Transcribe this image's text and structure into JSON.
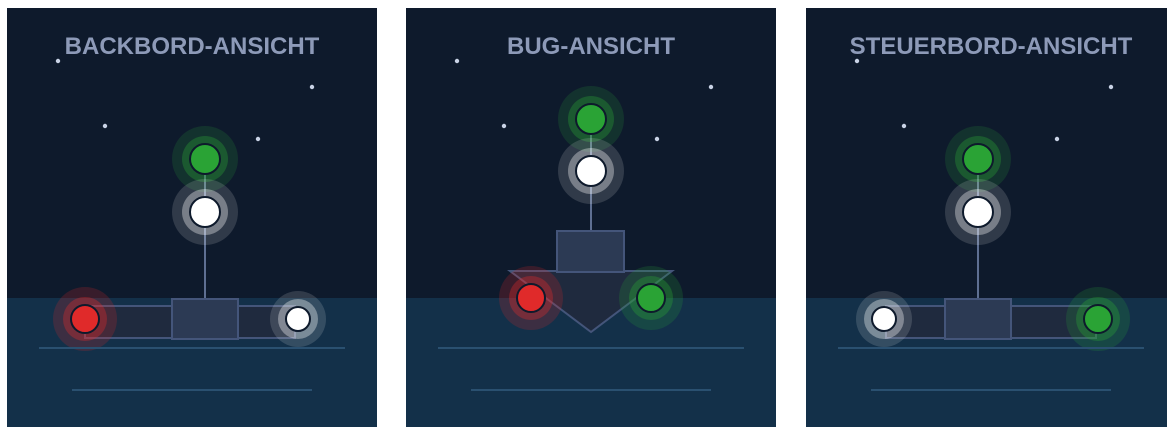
{
  "colors": {
    "sky": "#0e1a2c",
    "water": "#133049",
    "hull": "#1f2a3e",
    "cabin": "#2c3a54",
    "outline": "#44557a",
    "mast": "#5e6f92",
    "star": "#c9d3e6",
    "title": "#8d9ab8",
    "wave": "#2a5070",
    "red_light": "#e02a2a",
    "green_light": "#2aa335",
    "white_light": "#ffffff"
  },
  "panels": [
    {
      "title": "BACKBORD-ANSICHT",
      "view": "port",
      "lights": [
        "green",
        "white",
        "red",
        "white"
      ]
    },
    {
      "title": "BUG-ANSICHT",
      "view": "bow",
      "lights": [
        "green",
        "white",
        "red",
        "green"
      ]
    },
    {
      "title": "STEUERBORD-ANSICHT",
      "view": "starboard",
      "lights": [
        "green",
        "white",
        "white",
        "green"
      ]
    }
  ]
}
